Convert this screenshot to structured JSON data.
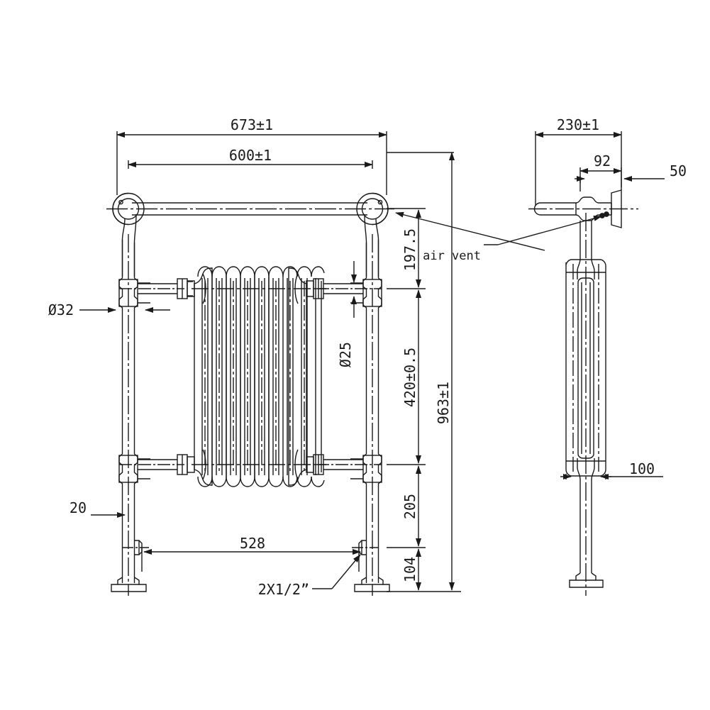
{
  "drawing": {
    "type": "engineering-drawing",
    "subject": "traditional-towel-rail-radiator",
    "units": "mm",
    "views": [
      "front-elevation",
      "side-elevation"
    ],
    "background_color": "#ffffff",
    "line_color": "#1a1a1a"
  },
  "front_view": {
    "dimensions": {
      "overall_width": "673±1",
      "rail_width": "600±1",
      "valve_centres": "528",
      "post_diameter": "Ø32",
      "column_pipe_diameter": "Ø25",
      "post_offset": "20",
      "top_to_radiator": "197.5",
      "radiator_height": "420±0.5",
      "radiator_to_valve": "205",
      "valve_to_floor": "104",
      "overall_height": "963±1"
    },
    "notes": {
      "valve_spec": "2X1/2”"
    },
    "radiator": {
      "column_count": 9
    }
  },
  "side_view": {
    "dimensions": {
      "overall_depth": "230±1",
      "rail_to_wall": "92",
      "bracket_offset": "50",
      "radiator_depth": "100"
    },
    "notes": {
      "air_vent": "air vent"
    }
  }
}
